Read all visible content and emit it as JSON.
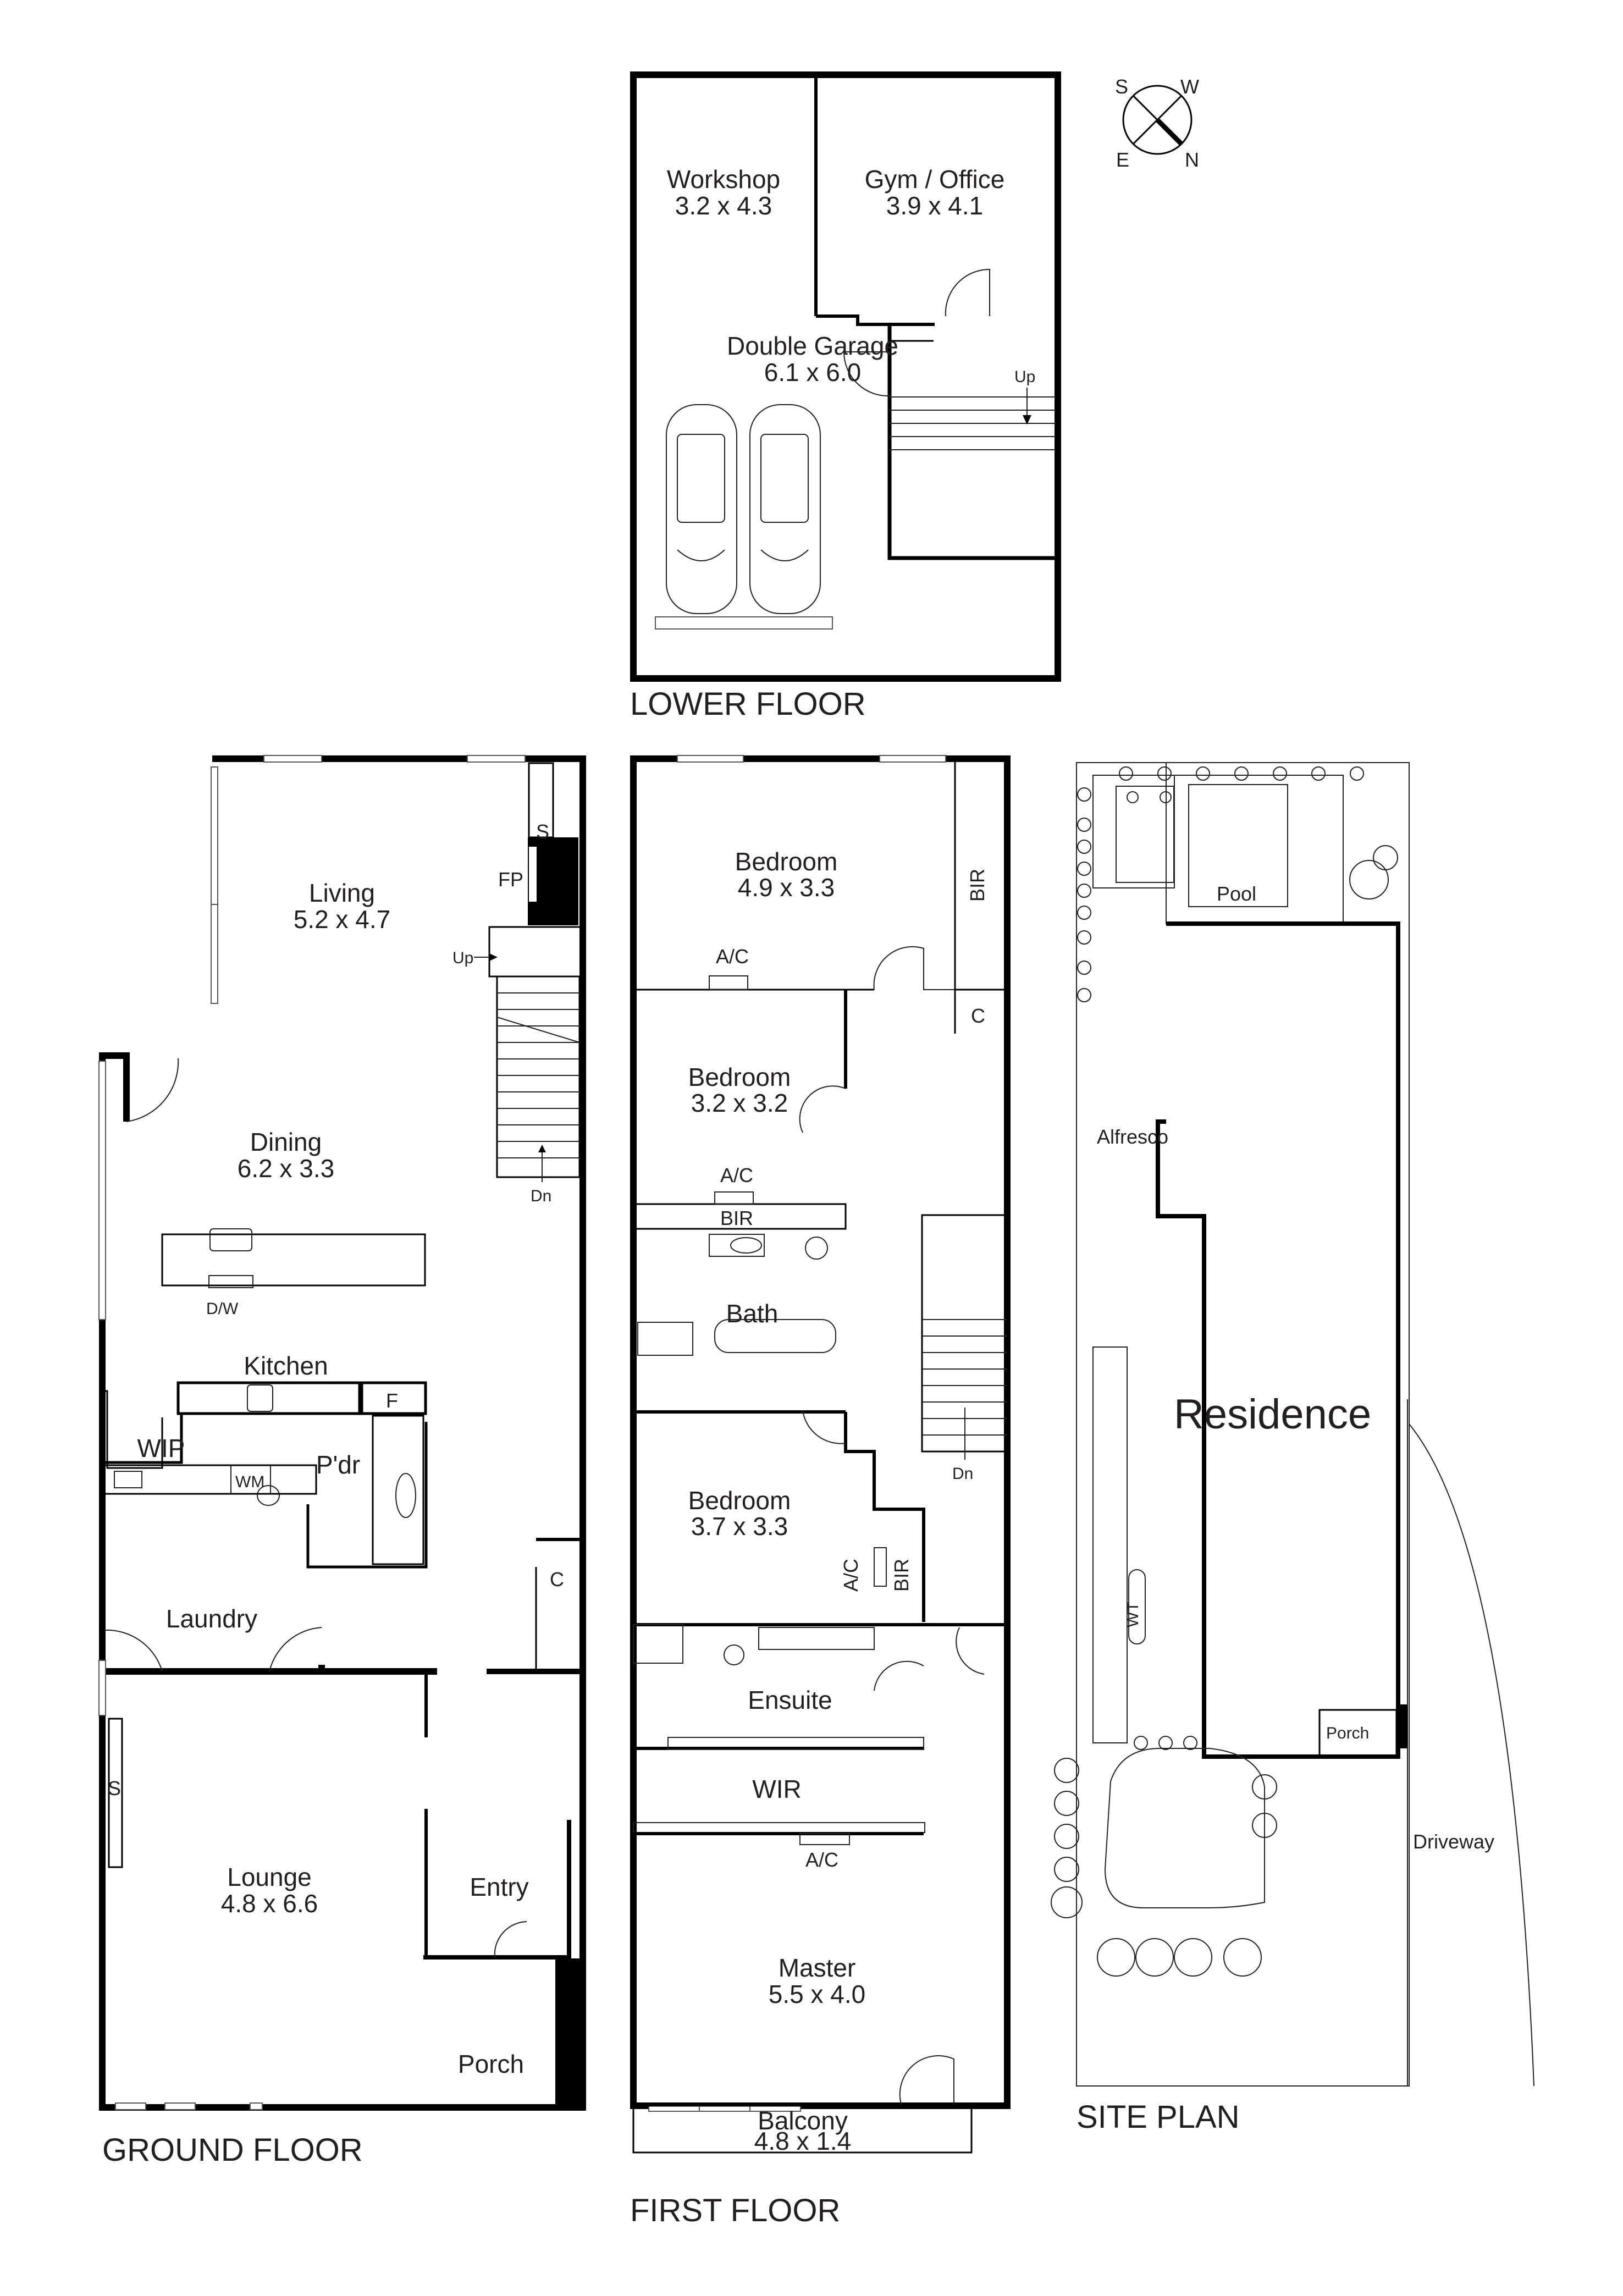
{
  "compass": {
    "labels": {
      "top_left": "S",
      "top_right": "W",
      "bottom_left": "E",
      "bottom_right": "N"
    }
  },
  "lower_floor": {
    "title": "LOWER FLOOR",
    "rooms": [
      {
        "name": "Workshop",
        "dims": "3.2 x 4.3"
      },
      {
        "name": "Gym / Office",
        "dims": "3.9 x 4.1"
      },
      {
        "name": "Double Garage",
        "dims": "6.1 x 6.0"
      }
    ],
    "stair_label": "Up"
  },
  "ground_floor": {
    "title": "GROUND FLOOR",
    "rooms": [
      {
        "name": "Living",
        "dims": "5.2 x 4.7"
      },
      {
        "name": "Dining",
        "dims": "6.2 x 3.3"
      },
      {
        "name": "Kitchen",
        "dims": ""
      },
      {
        "name": "Lounge",
        "dims": "4.8 x 6.6"
      },
      {
        "name": "Entry",
        "dims": ""
      },
      {
        "name": "Porch",
        "dims": ""
      },
      {
        "name": "Laundry",
        "dims": ""
      },
      {
        "name": "WIP",
        "dims": ""
      },
      {
        "name": "P'dr",
        "dims": ""
      }
    ],
    "fixtures": {
      "storage_top": "S",
      "fireplace": "FP",
      "stair_up": "Up",
      "stair_down": "Dn",
      "dishwasher": "D/W",
      "fridge": "F",
      "washing_machine": "WM",
      "cupboard": "C",
      "storage_lounge": "S"
    }
  },
  "first_floor": {
    "title": "FIRST FLOOR",
    "rooms": [
      {
        "name": "Bedroom",
        "dims": "4.9 x 3.3"
      },
      {
        "name": "Bedroom",
        "dims": "3.2 x 3.2"
      },
      {
        "name": "Bath",
        "dims": ""
      },
      {
        "name": "Bedroom",
        "dims": "3.7 x 3.3"
      },
      {
        "name": "Ensuite",
        "dims": ""
      },
      {
        "name": "WIR",
        "dims": ""
      },
      {
        "name": "Master",
        "dims": "5.5 x 4.0"
      },
      {
        "name": "Balcony",
        "dims": "4.8 x 1.4"
      }
    ],
    "fixtures": {
      "ac": "A/C",
      "bir": "BIR",
      "cupboard": "C",
      "stair_down": "Dn"
    }
  },
  "site_plan": {
    "title": "SITE PLAN",
    "areas": {
      "pool": "Pool",
      "alfresco": "Alfresco",
      "residence": "Residence",
      "porch": "Porch",
      "driveway": "Driveway",
      "water_tank": "WT"
    }
  }
}
